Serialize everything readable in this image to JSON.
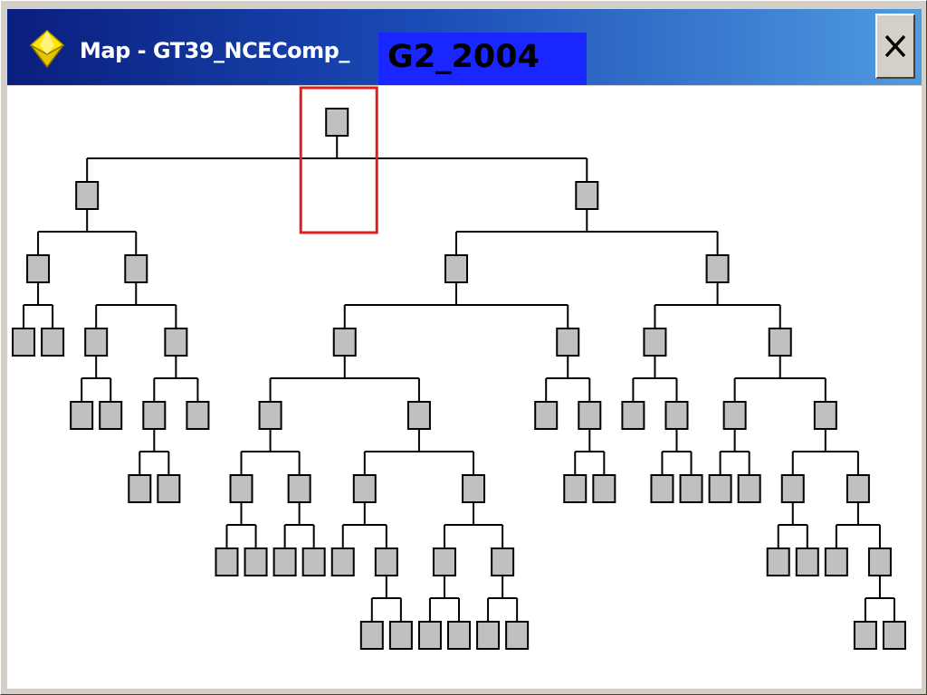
{
  "window": {
    "title": "Map - GT39_NCEComp_",
    "title_highlight": "G2_2004",
    "close_glyph": "X",
    "icon": "yellow-diamond-icon",
    "colors": {
      "titlebar_start": "#0a1e7e",
      "titlebar_end": "#4f9be0",
      "highlight": "#1a26ff",
      "selection": "#e02020",
      "node_fill": "#c0c0c0"
    }
  },
  "tree": {
    "children": [
      {
        "children": [
          {
            "children": [
              {},
              {}
            ]
          },
          {
            "children": [
              {
                "children": [
                  {},
                  {}
                ]
              },
              {
                "children": [
                  {
                    "children": [
                      {},
                      {}
                    ]
                  },
                  {}
                ]
              }
            ]
          }
        ]
      },
      {
        "children": [
          {
            "children": [
              {
                "children": [
                  {
                    "children": [
                      {
                        "children": [
                          {},
                          {}
                        ]
                      },
                      {
                        "children": [
                          {},
                          {}
                        ]
                      }
                    ]
                  },
                  {
                    "children": [
                      {
                        "children": [
                          {},
                          {
                            "children": [
                              {},
                              {}
                            ]
                          }
                        ]
                      },
                      {
                        "children": [
                          {
                            "children": [
                              {},
                              {}
                            ]
                          },
                          {
                            "children": [
                              {},
                              {}
                            ]
                          }
                        ]
                      }
                    ]
                  }
                ]
              },
              {
                "children": [
                  {},
                  {
                    "children": [
                      {},
                      {}
                    ]
                  }
                ]
              }
            ]
          },
          {
            "children": [
              {
                "children": [
                  {},
                  {
                    "children": [
                      {},
                      {}
                    ]
                  }
                ]
              },
              {
                "children": [
                  {
                    "children": [
                      {},
                      {}
                    ]
                  },
                  {
                    "children": [
                      {
                        "children": [
                          {},
                          {}
                        ]
                      },
                      {
                        "children": [
                          {},
                          {
                            "children": [
                              {},
                              {}
                            ]
                          }
                        ]
                      }
                    ]
                  }
                ]
              }
            ]
          }
        ]
      }
    ]
  }
}
